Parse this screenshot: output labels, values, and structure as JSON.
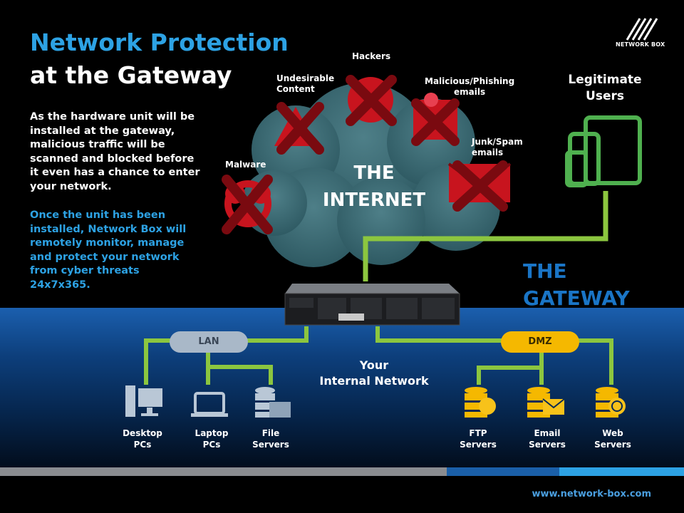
{
  "title": {
    "line1": "Network Protection",
    "line2": "at the Gateway"
  },
  "intro_text": "As the hardware unit will be installed at the gateway, malicious traffic will be scanned and blocked before it even has a chance to enter your network.",
  "monitor_text": "Once the unit has been installed, Network Box will remotely monitor, manage and protect your network from cyber threats 24x7x365.",
  "threats": {
    "hackers": "Hackers",
    "undesirable": "Undesirable\nContent",
    "phishing": "Malicious/Phishing\nemails",
    "junk": "Junk/Spam\nemails",
    "malware": "Malware"
  },
  "internet_label": "THE\nINTERNET",
  "legit_users": "Legitimate\nUsers",
  "gateway_label": "THE\nGATEWAY",
  "internal_network": "Your\nInternal Network",
  "lan_label": "LAN",
  "dmz_label": "DMZ",
  "lan_devices": [
    "Desktop\nPCs",
    "Laptop\nPCs",
    "File\nServers"
  ],
  "dmz_devices": [
    "FTP\nServers",
    "Email\nServers",
    "Web\nServers"
  ],
  "logo": "NETWORK BOX",
  "website": "www.network-box.com",
  "colors": {
    "accent_blue": "#2da2e4",
    "threat_red": "#c8141e",
    "lan_green": "#8cc63f",
    "dmz_yellow": "#f5b800",
    "cloud": "#3f6f78"
  }
}
